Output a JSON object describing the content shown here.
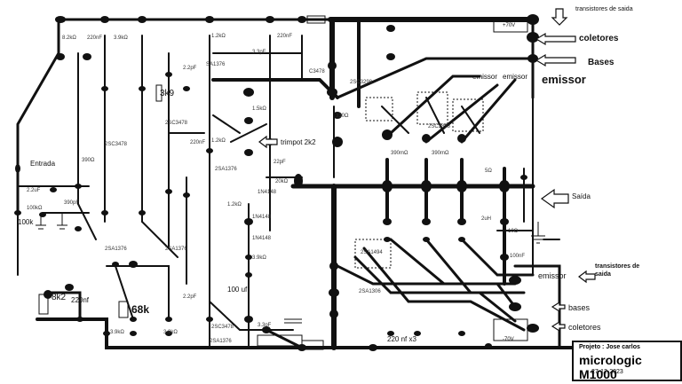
{
  "annotations": {
    "transistores_top": "transistores de saida",
    "coletores_top": "coletores",
    "bases_top": "Bases",
    "emissor_top": "emissor",
    "emissor_a": "emissor",
    "emissor_b": "emissor",
    "trimpot": "trimpot 2k2",
    "saida": "Saída",
    "entrada": "Entrada",
    "transistores_bottom": "transistores de saida",
    "emissor_bottom": "emissor",
    "bases_bottom": "bases",
    "coletores_bottom": "coletores",
    "r_3k9": "3k9",
    "r_68k": "68k",
    "r_8k2": "8k2",
    "c_220nf": "220nf",
    "r_100k": "100k",
    "c_100uf": "100 uf",
    "c_220nf_x3": "220 nf x3",
    "v_plus": "+70V",
    "v_minus": "-70V"
  },
  "part_labels": {
    "l1": "8.2kΩ",
    "l2": "220nF",
    "l3": "3.9kΩ",
    "l4": "1.2kΩ",
    "l5": "220nF",
    "l6": "3.3pF",
    "l7": "2.2pF",
    "l8": "SA1376",
    "l9": "C3478",
    "l10": "2SC3298",
    "l11": "330Ω",
    "l12": "2SC3478",
    "l13": "1.5kΩ",
    "l14": "220nF",
    "l15": "2SA1376",
    "l16": "22pF",
    "l17": "1N4148",
    "l18": "20kΩ",
    "l19": "2SC3858",
    "l20": "390mΩ",
    "l21": "1.2kΩ",
    "l22": "1N4148",
    "l23": "1N4148",
    "l24": "3.9kΩ",
    "l25": "2SA1494",
    "l26": "390mΩ",
    "l27": "2SA1306",
    "l28": "3.9kΩ",
    "l29": "2SC3478",
    "l30": "2.2pF",
    "l31": "2SA1376",
    "l32": "3.9kΩ",
    "l33": "10Ω",
    "l34": "2uH",
    "l35": "100nF",
    "l36": "5Ω",
    "l37": "3.3pF",
    "l38": "390pF",
    "l39": "100kΩ",
    "l40": "2.2uF",
    "l41": "390Ω",
    "l42": "2SA1376",
    "l43": "2SC3478",
    "l44": "1.2kΩ",
    "l45": "2SA1376"
  },
  "title_block": {
    "project": "Projeto : Jose carlos",
    "name": "micrologic M1000",
    "date": "27-12-2023"
  },
  "colors": {
    "trace": "#111111",
    "pad": "#111111",
    "arrow": "#111111"
  }
}
